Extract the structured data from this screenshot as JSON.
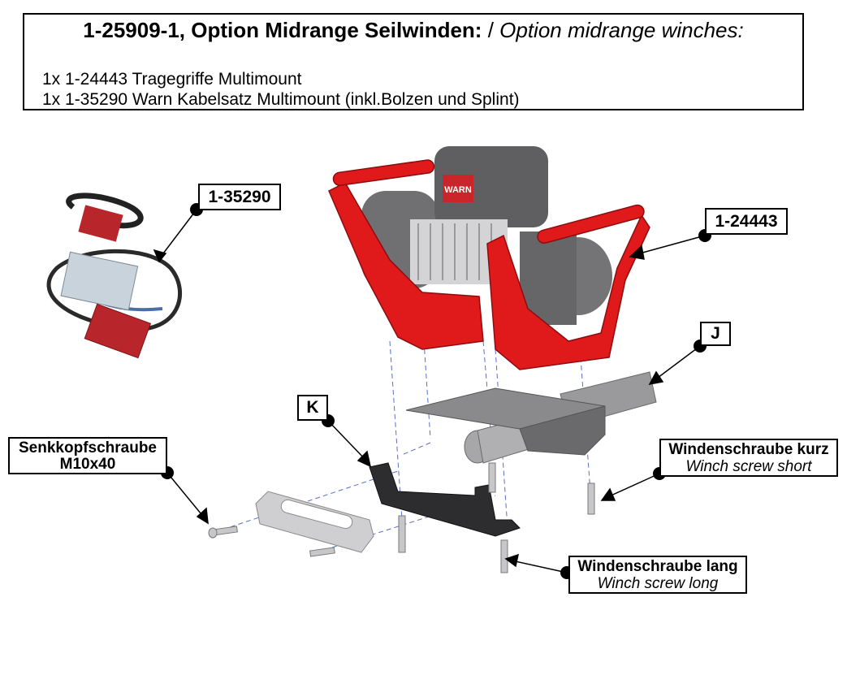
{
  "header": {
    "title_bold": "1-25909-1, Option Midrange Seilwinden:",
    "title_sep": " / ",
    "title_italic": "Option midrange winches:",
    "lines": [
      "1x 1-24443 Tragegriffe Multimount",
      "1x 1-35290 Warn Kabelsatz Multimount (inkl.Bolzen und Splint)"
    ]
  },
  "labels": {
    "cable": "1-35290",
    "handles": "1-24443",
    "tube": "J",
    "bracket": "K",
    "countersunk_line1": "Senkkopfschraube",
    "countersunk_line2": "M10x40",
    "short_de": "Windenschraube kurz",
    "short_en": "Winch screw short",
    "long_de": "Windenschraube lang",
    "long_en": "Winch screw long"
  },
  "brand": "WARN",
  "colors": {
    "frame": "#e0191b",
    "winch": "#6e6e70",
    "steel": "#b9b9bb"
  }
}
